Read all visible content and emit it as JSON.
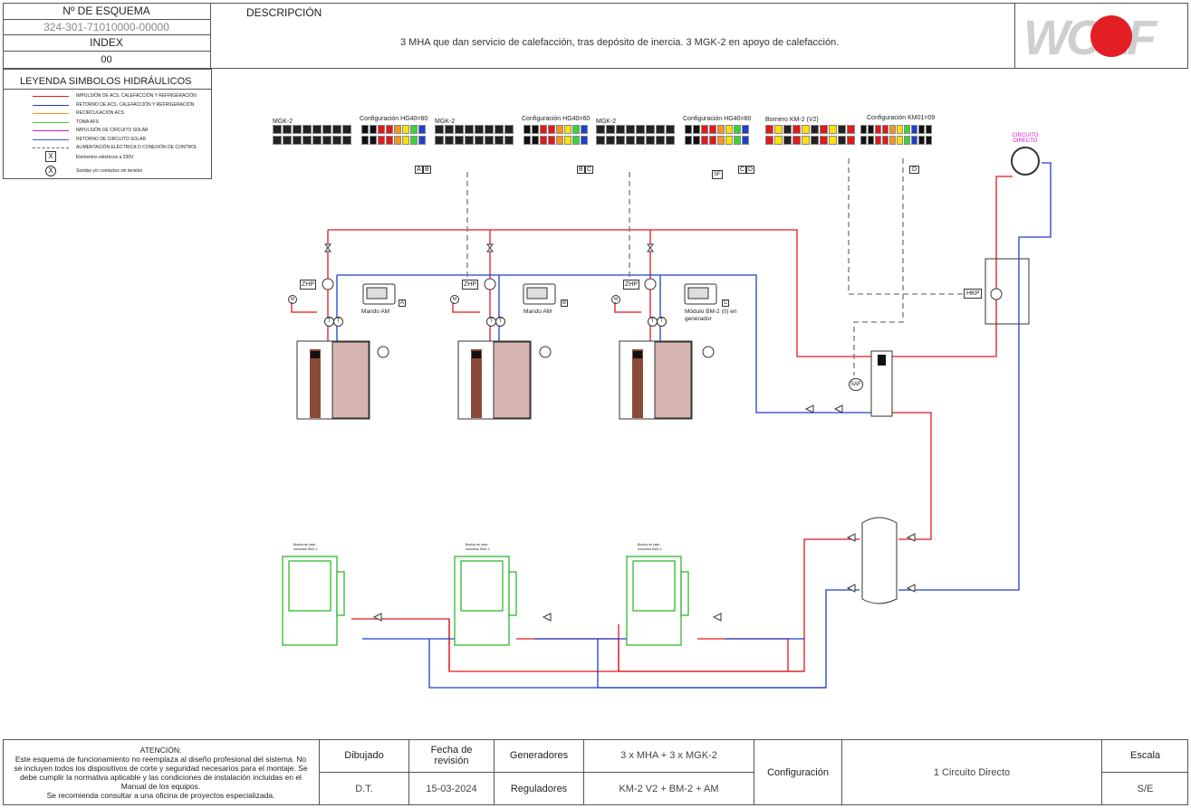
{
  "header": {
    "scheme_label": "Nº DE ESQUEMA",
    "scheme_number": "324-301-71010000-00000",
    "index_label": "INDEX",
    "index_value": "00",
    "description_label": "DESCRIPCIÓN",
    "description_text": "3 MHA que dan servicio de calefacción, tras depósito de inercia. 3 MGK-2 en apoyo de calefacción.",
    "logo_text": "WOLF"
  },
  "legend": {
    "title": "LEYENDA SIMBOLOS HIDRÁULICOS",
    "items": [
      {
        "label": "IMPULSIÓN DE ACS, CALEFACCIÓN Y REFRIGERACIÓN",
        "color": "#e0191b"
      },
      {
        "label": "RETORNO DE ACS, CALEFACCIÓN Y REFRIGERACIÓN",
        "color": "#1f3fcf"
      },
      {
        "label": "RECIRCULACIÓN ACS",
        "color": "#f7941d"
      },
      {
        "label": "TOMA AFS",
        "color": "#39d439"
      },
      {
        "label": "IMPULSIÓN DE CIRCUITO SOLAR",
        "color": "#c71cc7"
      },
      {
        "label": "RETORNO DE CIRCUITO SOLAR",
        "color": "#3b5bd6"
      },
      {
        "label": "ALIMENTACIÓN ELÉCTRICA O CONEXIÓN DE CONTROL",
        "color": "#666666"
      }
    ],
    "electric_label": "Elementos eléctricos a 230V",
    "probe_label": "Sondas y/o contactos sin tensión",
    "x_symbol": "X"
  },
  "diagram": {
    "boiler_groups": [
      {
        "title": "MGK-2",
        "config_label": "Configuración HG40=60",
        "letters": [
          "A",
          "B"
        ],
        "mando": "Mando AM",
        "mando_letter": "A"
      },
      {
        "title": "MGK-2",
        "config_label": "Configuración HG40=60",
        "letters": [
          "B",
          "C"
        ],
        "mando": "Mando AM",
        "mando_letter": "B"
      },
      {
        "title": "MGK-2",
        "config_label": "Configuración HG40=60",
        "letters": [
          "C",
          "D"
        ],
        "mando": "Módulo BM-2 (0) en generador",
        "mando_letter": "C"
      }
    ],
    "km_title": "Bornero KM-2 (V2)",
    "km_config": "Configuración KM01=09",
    "km_letter": "D",
    "circuit_label": "CIRCUITO DIRECTO",
    "zhp": "ZHP",
    "hkp": "HKP",
    "saf": "SAF",
    "sf": "SF",
    "t_symbol": "T",
    "m_symbol": "M",
    "hp_label": "Bomba de calor monobloc BWL-1"
  },
  "footer": {
    "attention_title": "ATENCIÓN:",
    "attention_lines": [
      "Este esquema de funcionamiento no reemplaza al diseño profesional del sistema. No",
      "se incluyen todos los dispositivos de corte y seguridad necesarios para el montaje. Se",
      "debe cumplir la normativa aplicable y las condiciones de instalación incluidas en el",
      "Manual de los equipos.",
      "Se recomienda consultar a una oficina de proyectos especializada."
    ],
    "drawn_label": "Dibujado",
    "drawn_value": "D.T.",
    "date_label": "Fecha de revisión",
    "date_value": "15-03-2024",
    "generators_label": "Generadores",
    "generators_value": "3 x MHA + 3 x MGK-2",
    "regulators_label": "Reguladores",
    "regulators_value": "KM-2 V2 + BM-2 + AM",
    "config_label": "Configuración",
    "config_value": "1 Circuito Directo",
    "scale_label": "Escala",
    "scale_value": "S/E"
  }
}
